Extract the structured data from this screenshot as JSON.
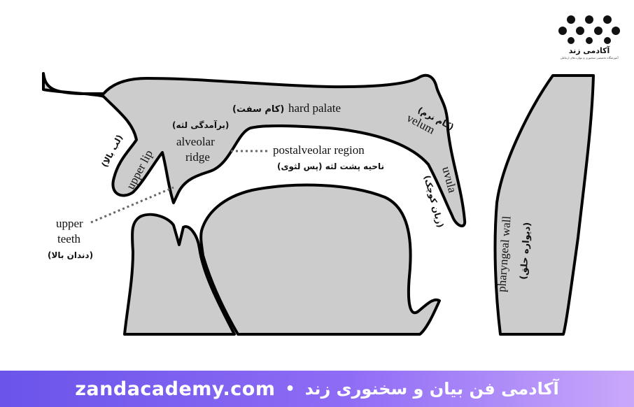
{
  "logo": {
    "title": "آکادمی زند",
    "subtitle": "آموزشگاه تخصصی سخنوری و مهارت‌های ارتباطی",
    "icon": "people-circle-logo"
  },
  "diagram": {
    "labels": {
      "upper_lip_en": "upper lip",
      "upper_lip_fa": "(لب بالا)",
      "alveolar_fa": "(برآمدگی لثه)",
      "alveolar_en_1": "alveolar",
      "alveolar_en_2": "ridge",
      "hard_palate_fa": "(کام سفت)",
      "hard_palate_en": "hard palate",
      "velum_fa": "(کام نرم)",
      "velum_en": "velum",
      "uvula_en": "uvula",
      "uvula_fa": "(زبان کوچک)",
      "postalveolar_en": "postalveolar region",
      "postalveolar_fa": "ناحیه پشت لثه (پس لثوی)",
      "upper_teeth_en_1": "upper",
      "upper_teeth_en_2": "teeth",
      "upper_teeth_fa": "(دندان بالا)",
      "pharyngeal_en": "pharyngeal wall",
      "pharyngeal_fa": "(دیواره حلق)"
    },
    "colors": {
      "fill": "#cccccc",
      "stroke": "#000000"
    }
  },
  "footer": {
    "url": "zandacademy.com",
    "separator": "•",
    "title_fa": "آکادمی فن بیان و سخنوری زند",
    "gradient_start": "#6a54ea",
    "gradient_end": "#c9a8fb"
  }
}
